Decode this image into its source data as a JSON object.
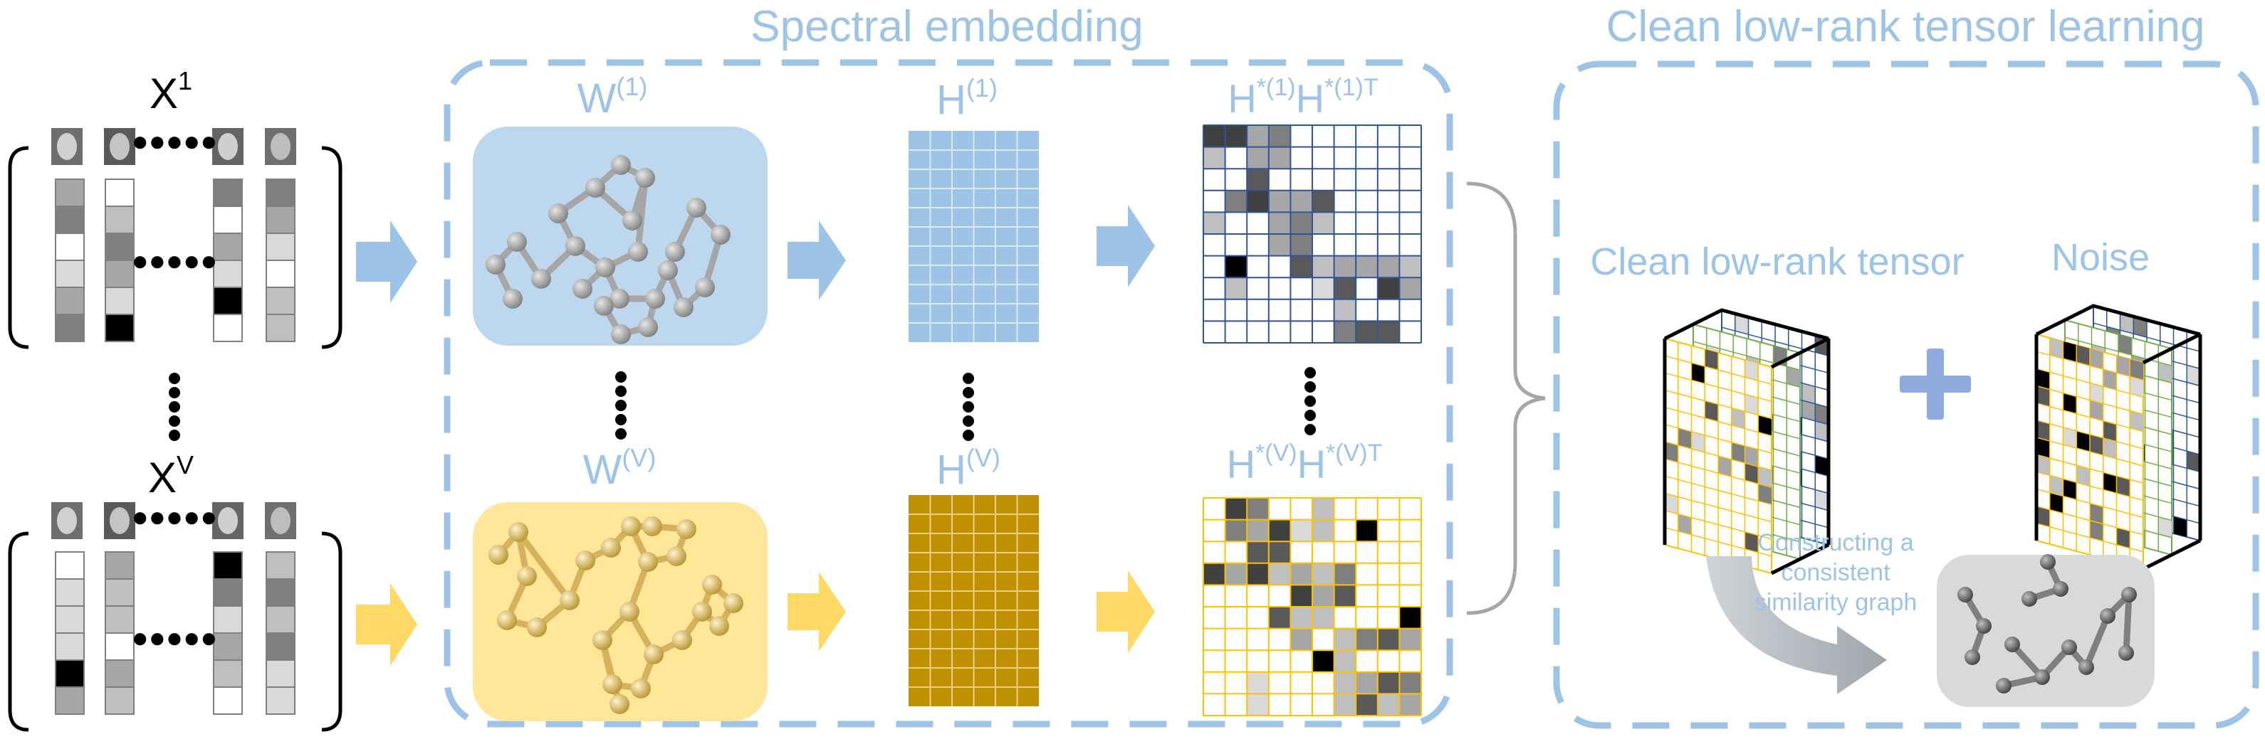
{
  "section_titles": {
    "spectral": "Spectral embedding",
    "tensor": "Clean low-rank tensor learning"
  },
  "views": {
    "first": {
      "label_base": "X",
      "label_sup": "1"
    },
    "last": {
      "label_base": "X",
      "label_sup": "V"
    }
  },
  "spectral": {
    "W1": {
      "base": "W",
      "sup": "(1)"
    },
    "WV": {
      "base": "W",
      "sup": "(V)"
    },
    "H1": {
      "base": "H",
      "sup": "(1)"
    },
    "HV": {
      "base": "H",
      "sup": "(V)"
    },
    "HH1": {
      "base1": "H",
      "sup1": "*(1)",
      "base2": "H",
      "sup2": "*(1)T"
    },
    "HHV": {
      "base1": "H",
      "sup1": "*(V)",
      "base2": "H",
      "sup2": "*(V)T"
    }
  },
  "tensor": {
    "clean_label": "Clean low-rank tensor",
    "noise_label": "Noise",
    "construct_line1": "Constructing a",
    "construct_line2": "consistent",
    "construct_line3": "similarity graph"
  },
  "colors": {
    "blue_light": "#9dc3e6",
    "blue_bg": "#bdd7ee",
    "yellow": "#ffc000",
    "yellow_bg": "#ffe699",
    "gold": "#bf9000",
    "gray_bg": "#d9d9d9",
    "text_blue": "#9dc3e6",
    "text_black": "#000000"
  }
}
